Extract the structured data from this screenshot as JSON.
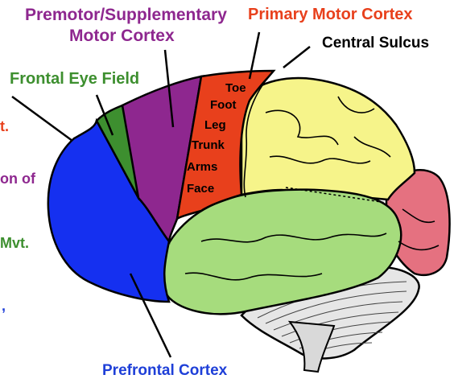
{
  "labels": {
    "premotor_line1": "Premotor/Supplementary",
    "premotor_line2": "Motor Cortex",
    "primary_motor": "Primary Motor Cortex",
    "central_sulcus": "Central Sulcus",
    "frontal_eye_field": "Frontal Eye Field",
    "prefrontal": "Prefrontal Cortex"
  },
  "body_map": [
    "Toe",
    "Foot",
    "Leg",
    "Trunk",
    "Arms",
    "Face"
  ],
  "left_clipped": [
    "t.",
    "on of",
    "Mvt.",
    ","
  ],
  "colors": {
    "premotor": "#8e278f",
    "primary_motor": "#e8401c",
    "central_sulcus": "#000000",
    "frontal_eye_field": "#3d8f2f",
    "prefrontal": "#1e3fd8",
    "prefrontal_fill": "#1530f0",
    "parietal_fill": "#f6f48a",
    "temporal_fill": "#a6dc7d",
    "occipital_fill": "#e57180",
    "cerebellum_fill": "#e6e6e6"
  }
}
